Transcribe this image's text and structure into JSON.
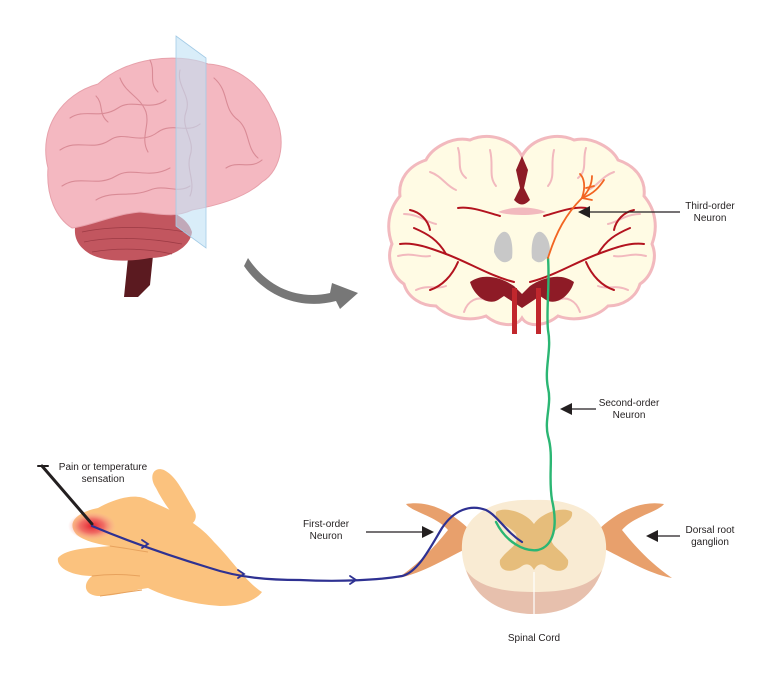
{
  "labels": {
    "third_order": [
      "Third-order",
      "Neuron"
    ],
    "second_order": [
      "Second-order",
      "Neuron"
    ],
    "first_order": [
      "First-order",
      "Neuron"
    ],
    "pain": [
      "Pain or temperature",
      "sensation"
    ],
    "dorsal_root": [
      "Dorsal root",
      "ganglion"
    ],
    "spinal_cord": "Spinal Cord"
  },
  "colors": {
    "brain": "#f4b8c1",
    "coronal_section": "#fffbe4",
    "coronal_outline": "#f2b9be",
    "vessel": "#b3131f",
    "hand": "#fbc27e",
    "first_order_neuron": "#2e3192",
    "second_order_neuron": "#2bb673",
    "third_order_neuron": "#f26522",
    "ganglion": "#e8a06c",
    "arrow": "#777777"
  },
  "icons": [
    "pointer-arrow-icon",
    "curved-arrow-icon",
    "pin-needle-icon"
  ]
}
